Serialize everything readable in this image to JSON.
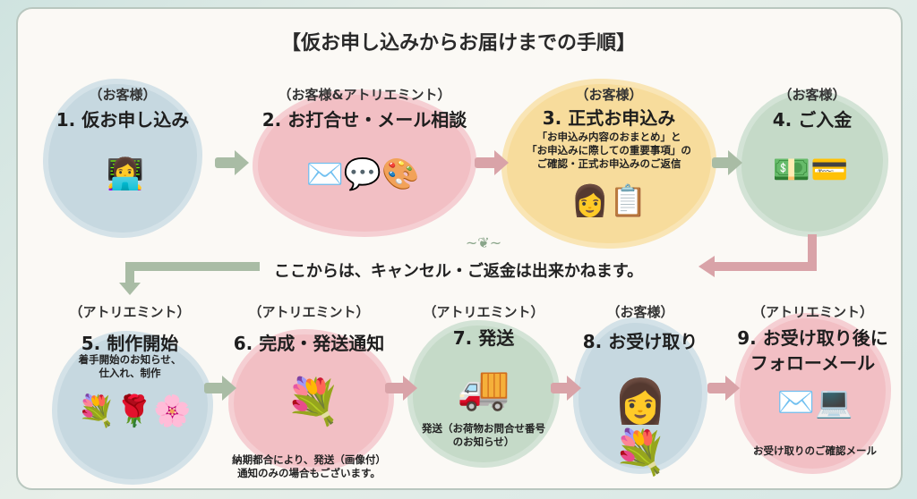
{
  "title": "【仮お申し込みからお届けまでの手順】",
  "notice": "ここからは、キャンセル・ご返金は出来かねます。",
  "colors": {
    "blue": "#c6d8e0",
    "pink": "#f2bfc4",
    "yellow": "#f7dc9c",
    "green": "#c5dac8",
    "arrow_green": "#a9bca5",
    "arrow_pink": "#d9a3a8"
  },
  "steps": [
    {
      "role": "（お客様）",
      "title": "1. 仮お申し込み",
      "desc": "",
      "icon": "woman-laptop-icon"
    },
    {
      "role": "（お客様&アトリエミント）",
      "title": "2. お打合せ・メール相談",
      "desc": "",
      "icon": "envelope-chat-icon"
    },
    {
      "role": "（お客様）",
      "title": "3. 正式お申込み",
      "desc": "「お申込み内容のおまとめ」と「お申込みに際しての重要事項」のご確認・正式お申込みのご返信",
      "desc_lines": [
        "「お申込み内容のおまとめ」と",
        "「お申込みに際しての重要事項」の",
        "ご確認・正式お申込みのご返信"
      ],
      "icon": "woman-checklist-icon"
    },
    {
      "role": "（お客様）",
      "title": "4. ご入金",
      "desc": "",
      "icon": "money-card-icon"
    },
    {
      "role": "（アトリエミント）",
      "title": "5. 制作開始",
      "desc_lines": [
        "着手開始のお知らせ、",
        "仕入れ、制作"
      ],
      "icon": "flowers-icon"
    },
    {
      "role": "（アトリエミント）",
      "title": "6. 完成・発送通知",
      "desc_lines": [
        "納期都合により、発送（画像付）",
        "通知のみの場合もございます。"
      ],
      "icon": "bouquet-icon"
    },
    {
      "role": "（アトリエミント）",
      "title": "7. 発送",
      "desc_lines": [
        "発送（お荷物お問合せ番号",
        "のお知らせ）"
      ],
      "icon": "truck-icon"
    },
    {
      "role": "（お客様）",
      "title": "8. お受け取り",
      "desc": "",
      "icon": "woman-bouquet-icon"
    },
    {
      "role": "（アトリエミント）",
      "title_lines": [
        "9. お受け取り後に",
        "フォローメール"
      ],
      "desc_lines": [
        "お受け取りのご確認メール"
      ],
      "icon": "mail-laptop-icon"
    }
  ]
}
